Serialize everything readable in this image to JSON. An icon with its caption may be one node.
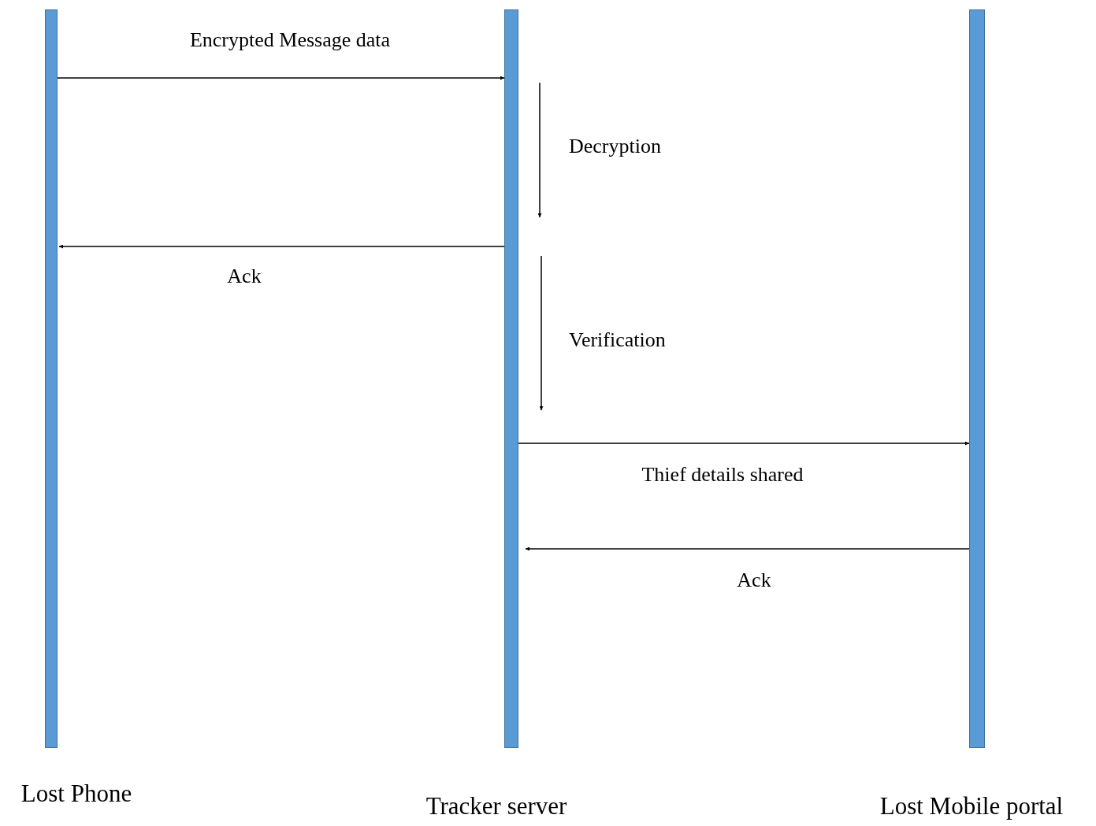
{
  "diagram": {
    "nodes": [
      {
        "text": [
          "Lost Phone"
        ]
      },
      {
        "text": [
          "Tracker server"
        ]
      },
      {
        "text": [
          "Lost Mobile portal"
        ]
      }
    ],
    "edges": [
      {
        "from": 0,
        "to": 1,
        "arrow": "to",
        "label": "Encrypted Message data"
      },
      {
        "from": 1,
        "to": 0,
        "arrow": "to",
        "label": "Ack"
      },
      {
        "from": 1,
        "to": 2,
        "arrow": "to",
        "label": "Thief details shared"
      },
      {
        "from": 2,
        "to": 1,
        "arrow": "to",
        "label": "Ack"
      }
    ],
    "labels": [
      "Decryption",
      "Verification"
    ]
  }
}
